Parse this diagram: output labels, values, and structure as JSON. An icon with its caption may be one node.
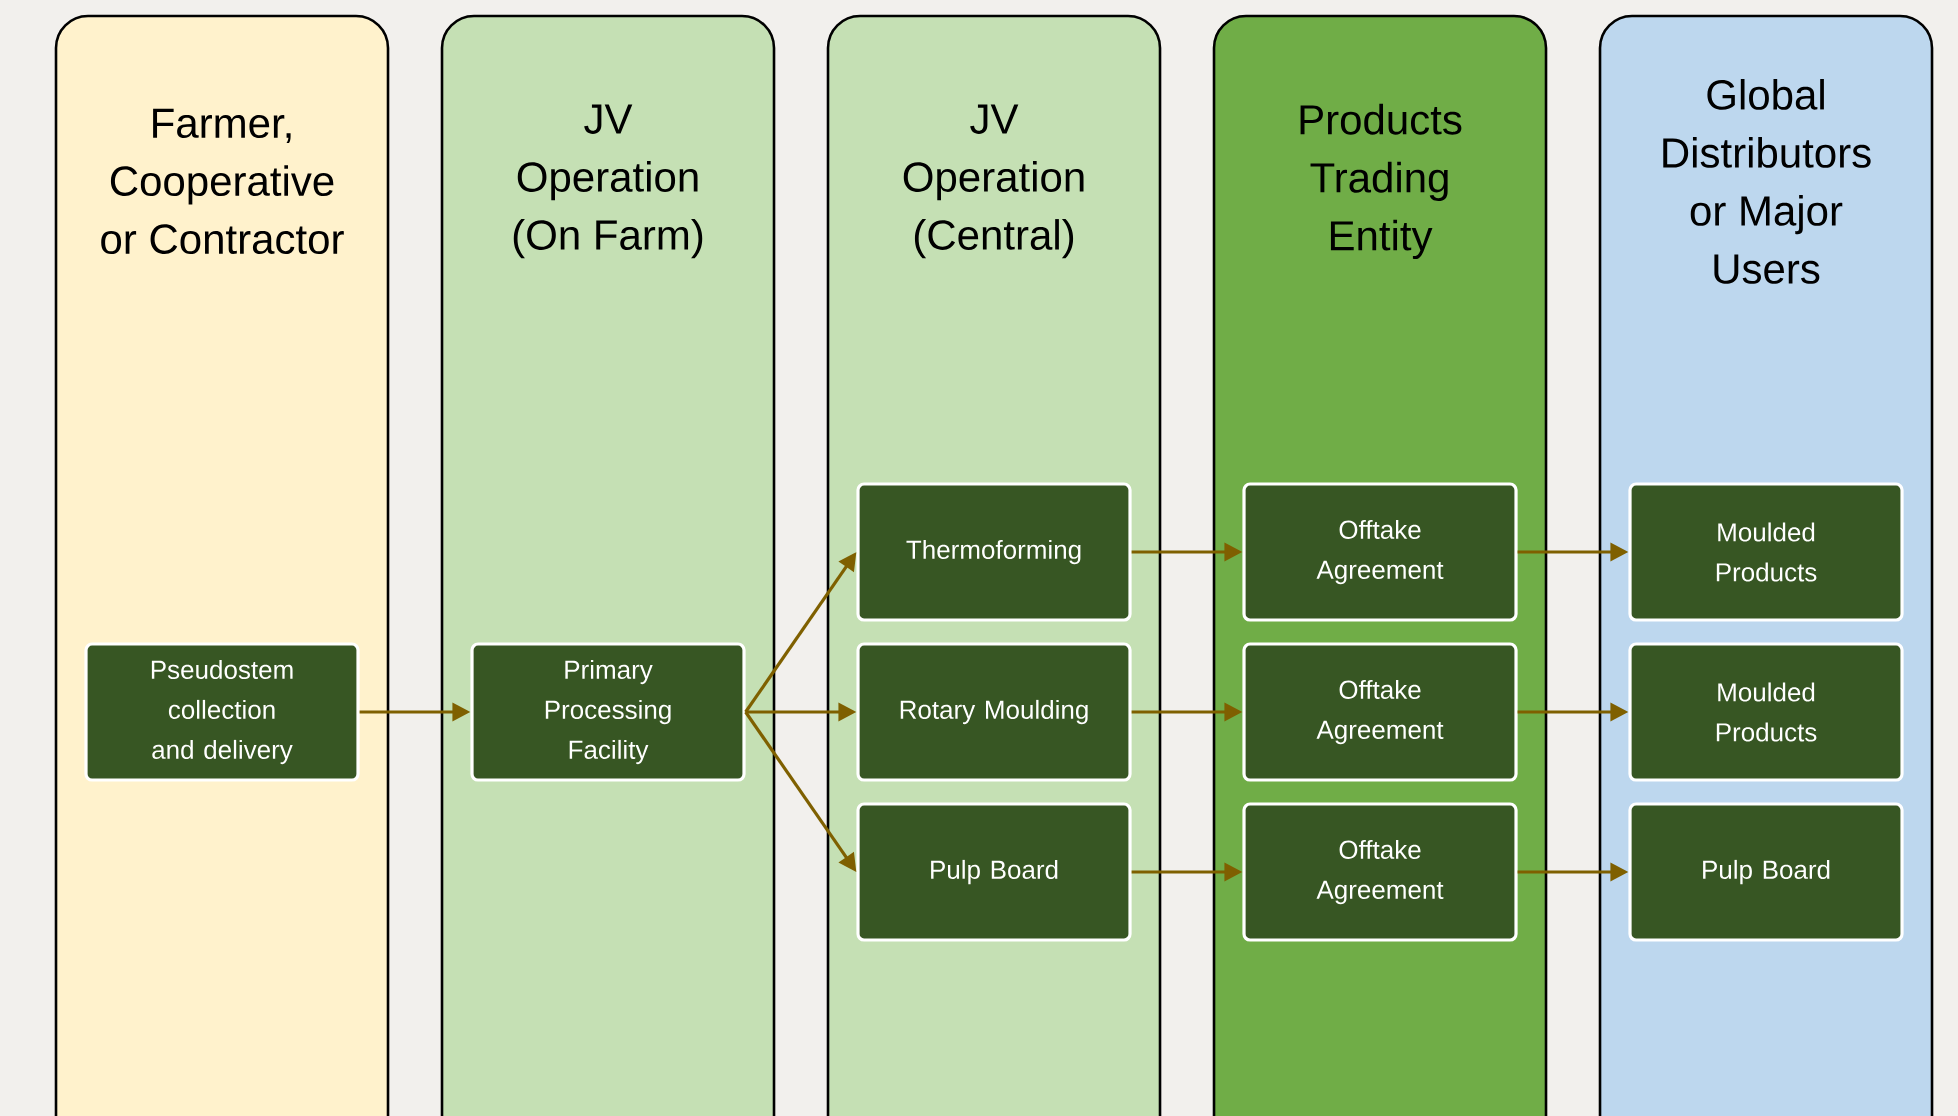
{
  "diagram": {
    "nodes": [
      {
        "text": [
          "Farmer, Cooperative or Contractor"
        ]
      },
      {
        "text": [
          "Pseudostem collection and delivery"
        ],
        "in": 0
      },
      {
        "text": [
          "JV Operation (On Farm)"
        ]
      },
      {
        "text": [
          "Primary Processing Facility"
        ],
        "in": 2
      },
      {
        "text": [
          "JV Operation (Central)"
        ]
      },
      {
        "text": [
          "Thermoforming"
        ],
        "in": 4
      },
      {
        "text": [
          "Rotary Moulding"
        ],
        "in": 4
      },
      {
        "text": [
          "Pulp Board"
        ],
        "in": 4
      },
      {
        "text": [
          "Products Trading Entity"
        ]
      },
      {
        "text": [
          "Offtake Agreement"
        ],
        "in": 8
      },
      {
        "text": [
          "Offtake Agreement"
        ],
        "in": 8
      },
      {
        "text": [
          "Offtake Agreement"
        ],
        "in": 8
      },
      {
        "text": [
          "Global Distributors or Major Users"
        ]
      },
      {
        "text": [
          "Moulded Products"
        ],
        "in": 12
      },
      {
        "text": [
          "Moulded Products"
        ],
        "in": 12
      },
      {
        "text": [
          "Pulp Board"
        ],
        "in": 12
      }
    ],
    "edges": [
      {
        "from": 1,
        "to": 3,
        "arrow": "to"
      },
      {
        "from": 3,
        "to": 5,
        "arrow": "to"
      },
      {
        "from": 3,
        "to": 6,
        "arrow": "to"
      },
      {
        "from": 3,
        "to": 7,
        "arrow": "to"
      },
      {
        "from": 5,
        "to": 9,
        "arrow": "to"
      },
      {
        "from": 6,
        "to": 10,
        "arrow": "to"
      },
      {
        "from": 7,
        "to": 11,
        "arrow": "to"
      },
      {
        "from": 9,
        "to": 13,
        "arrow": "to"
      },
      {
        "from": 10,
        "to": 14,
        "arrow": "to"
      },
      {
        "from": 11,
        "to": 15,
        "arrow": "to"
      }
    ]
  }
}
